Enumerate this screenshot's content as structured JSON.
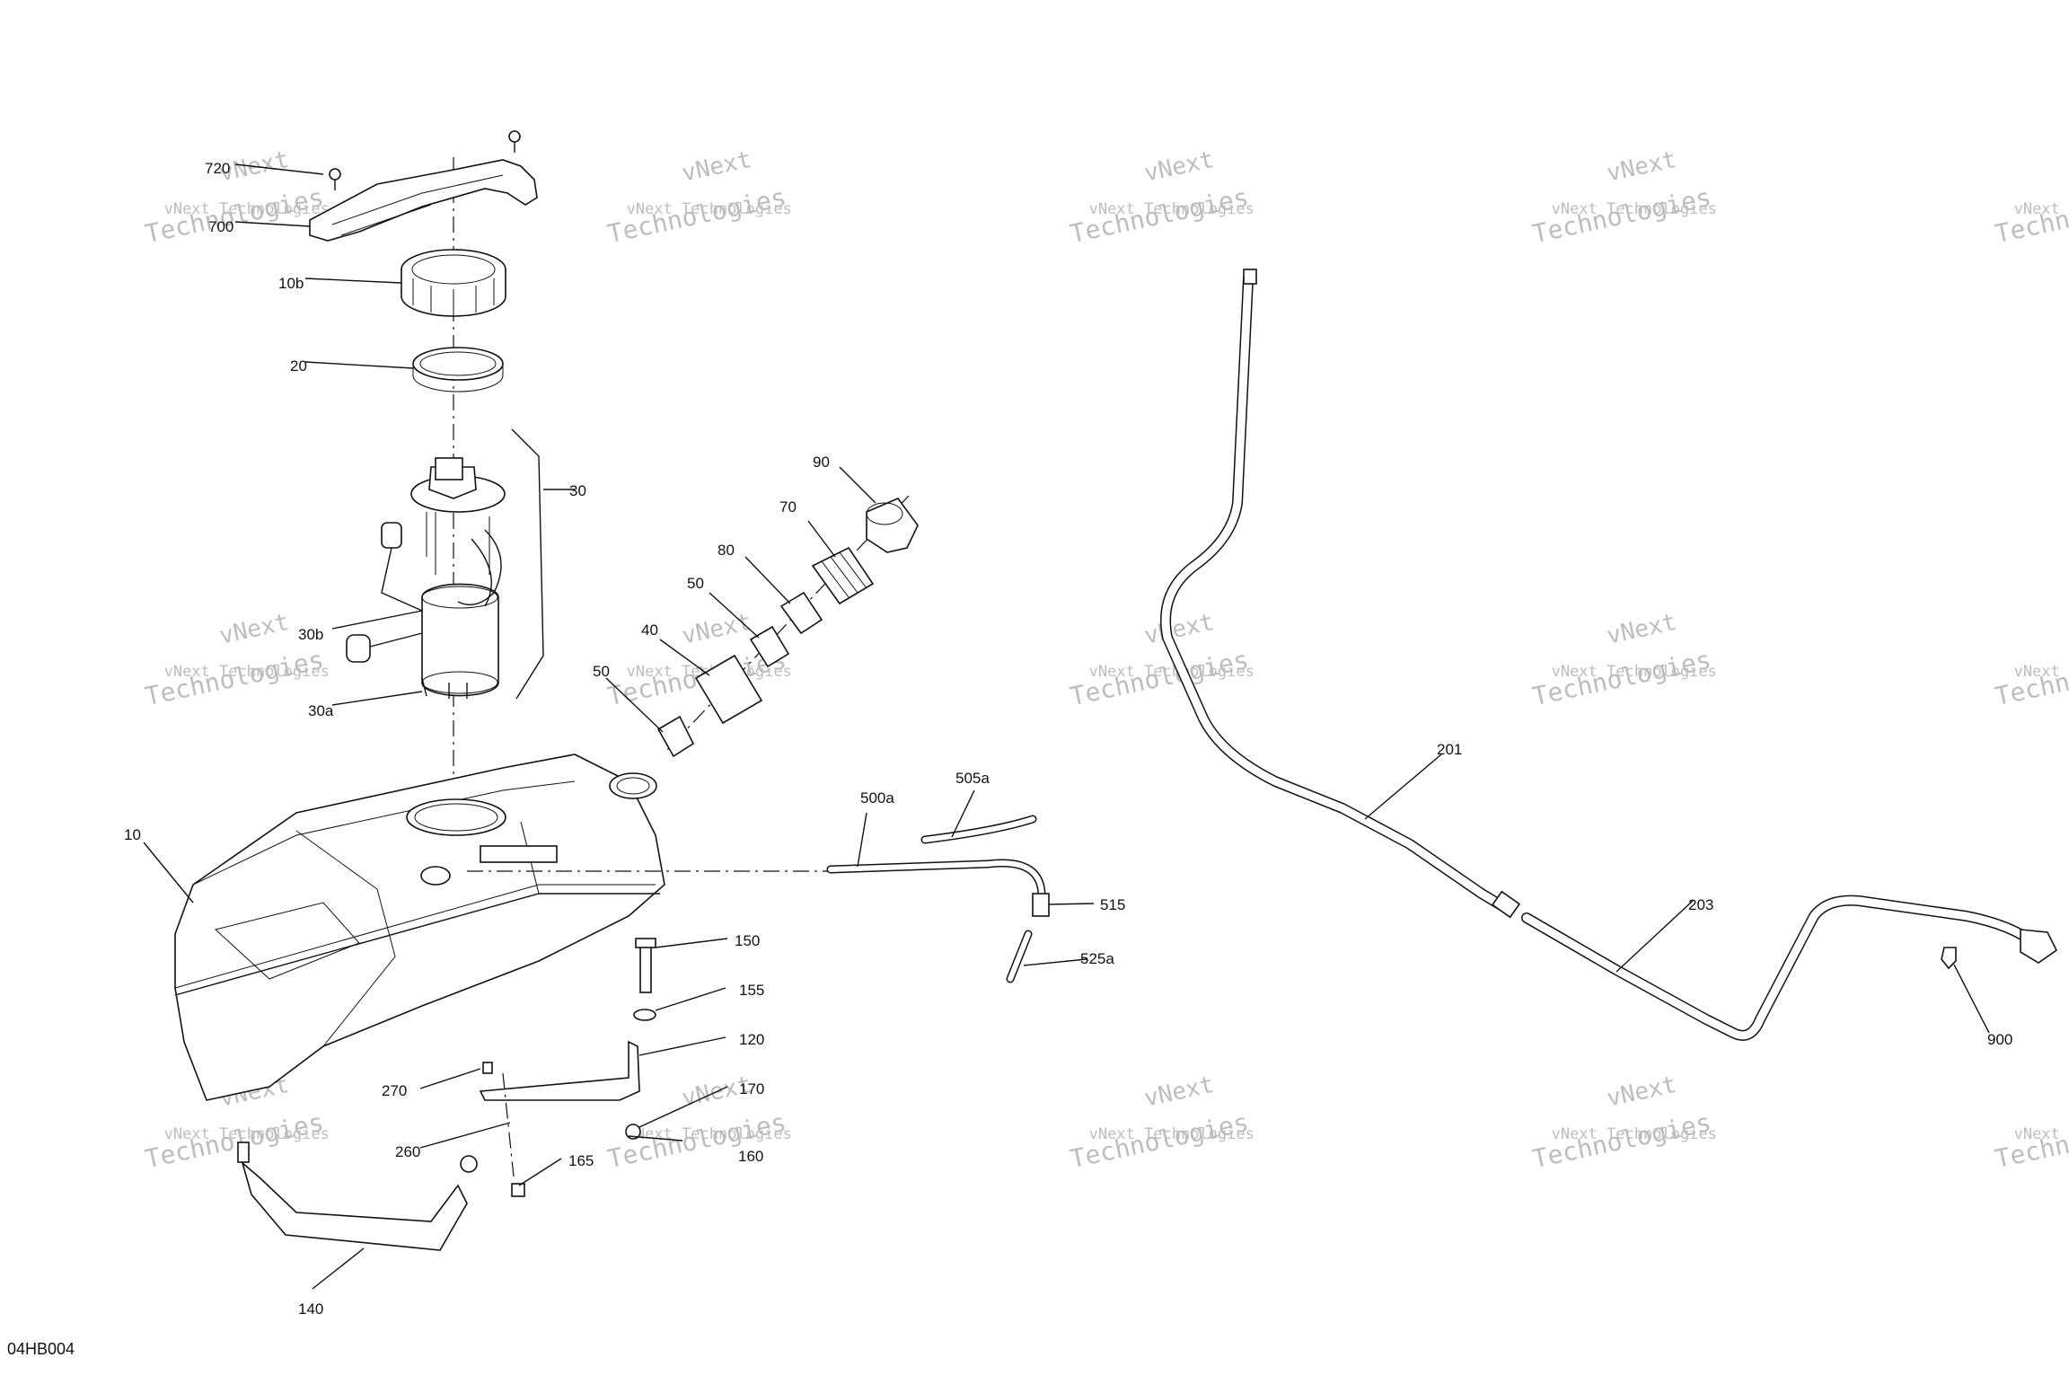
{
  "diagram": {
    "reference_code": "04HB004",
    "watermark": {
      "line1": "vNext Technologies",
      "line2": "vNext",
      "line3": "Technologies"
    },
    "labels": [
      {
        "id": "720",
        "text": "720"
      },
      {
        "id": "700",
        "text": "700"
      },
      {
        "id": "10b",
        "text": "10b"
      },
      {
        "id": "20",
        "text": "20"
      },
      {
        "id": "30",
        "text": "30"
      },
      {
        "id": "30b",
        "text": "30b"
      },
      {
        "id": "30a",
        "text": "30a"
      },
      {
        "id": "90",
        "text": "90"
      },
      {
        "id": "70",
        "text": "70"
      },
      {
        "id": "80",
        "text": "80"
      },
      {
        "id": "50-top",
        "text": "50"
      },
      {
        "id": "40",
        "text": "40"
      },
      {
        "id": "50-bottom",
        "text": "50"
      },
      {
        "id": "10",
        "text": "10"
      },
      {
        "id": "505a",
        "text": "505a"
      },
      {
        "id": "500a",
        "text": "500a"
      },
      {
        "id": "515",
        "text": "515"
      },
      {
        "id": "525a",
        "text": "525a"
      },
      {
        "id": "150",
        "text": "150"
      },
      {
        "id": "155",
        "text": "155"
      },
      {
        "id": "120",
        "text": "120"
      },
      {
        "id": "170",
        "text": "170"
      },
      {
        "id": "270",
        "text": "270"
      },
      {
        "id": "260",
        "text": "260"
      },
      {
        "id": "165",
        "text": "165"
      },
      {
        "id": "160",
        "text": "160"
      },
      {
        "id": "140",
        "text": "140"
      },
      {
        "id": "201",
        "text": "201"
      },
      {
        "id": "203",
        "text": "203"
      },
      {
        "id": "900",
        "text": "900"
      }
    ]
  }
}
